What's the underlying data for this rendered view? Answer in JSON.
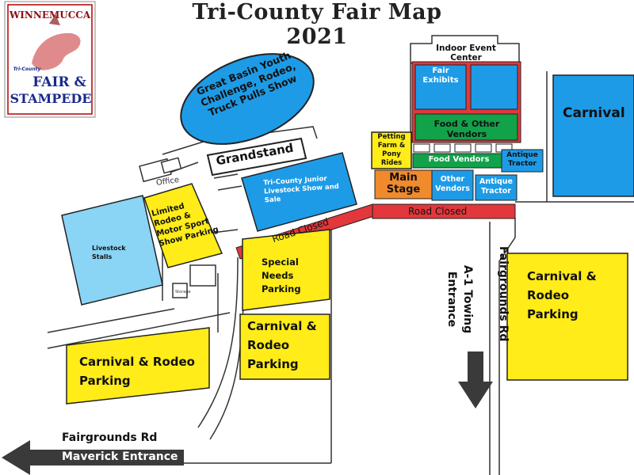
{
  "title": "Tri-County Fair Map 2021",
  "logo": {
    "line1": "WINNEMUCCA",
    "line2": "Tri-County",
    "line3": "FAIR &",
    "line4": "STAMPEDE"
  },
  "areas": {
    "great_basin": "Great Basin Youth Challenge, Rodeo, Truck Pulls Show",
    "grandstand": "Grandstand",
    "office": "Office",
    "indoor_event_center": "Indoor Event Center",
    "fair_exhibits": "Fair Exhibits",
    "food_other_vendors": "Food & Other Vendors",
    "petting_farm": "Petting Farm & Pony Rides",
    "food_vendors": "Food Vendors",
    "antique_tractor_1": "Antique Tractor",
    "main_stage": "Main Stage",
    "other_vendors": "Other Vendors",
    "antique_tractor_2": "Antique Tractor",
    "carnival": "Carnival",
    "junior_livestock": "Tri-County Junior Livestock Show and Sale",
    "livestock_stalls": "Livestock Stalls",
    "limited_rodeo_parking": "Limited Rodeo & Motor Sport Show Parking",
    "special_needs_parking": "Special Needs Parking",
    "carnival_rodeo_parking_center": "Carnival & Rodeo Parking",
    "carnival_rodeo_parking_left": "Carnival & Rodeo Parking",
    "carnival_rodeo_parking_right": "Carnival & Rodeo Parking",
    "small_building": "Storage"
  },
  "roads": {
    "road_closed_1": "Road Closed",
    "road_closed_2": "Road Closed",
    "fairgrounds_rd_east": "Fairgrounds Rd",
    "a1_towing_entrance": "A-1 Towing Entrance",
    "fairgrounds_rd_west": "Fairgrounds Rd",
    "maverick_entrance": "Maverick Entrance"
  },
  "colors": {
    "yellow": "#ffec18",
    "blue": "#1e9be6",
    "light_blue": "#8ad4f5",
    "red": "#e2373b",
    "green": "#12a24a",
    "orange": "#f08a2c",
    "dark": "#3a3a3a"
  }
}
